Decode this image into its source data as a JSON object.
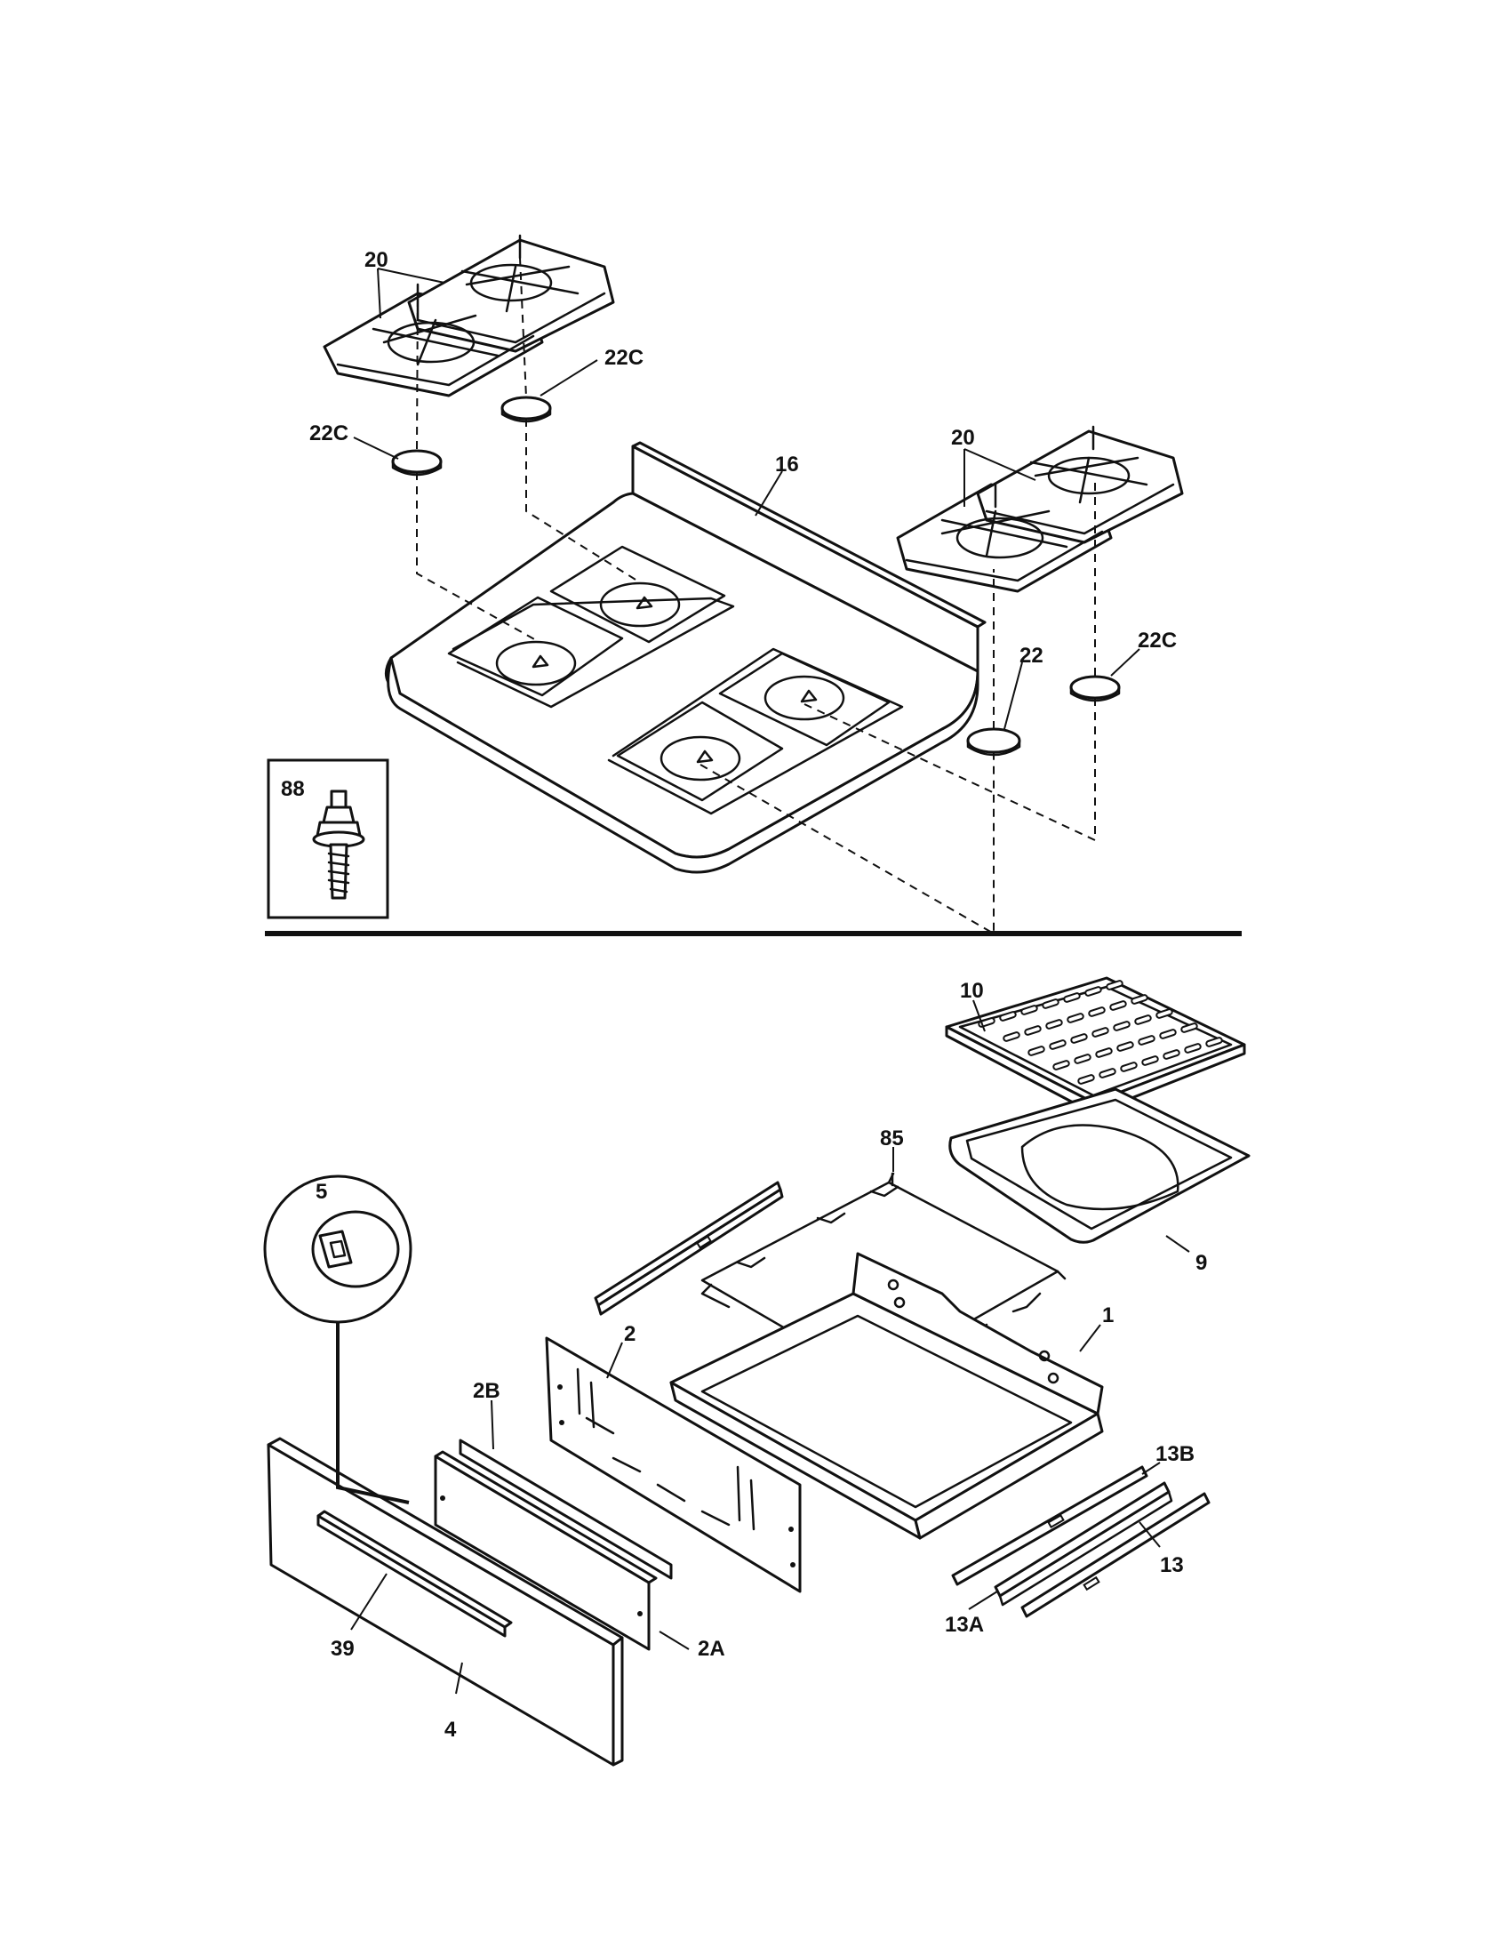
{
  "diagram": {
    "callouts": {
      "grate_left_20": "20",
      "cap_left_top_22c": "22C",
      "cap_left_22c": "22C",
      "cooktop_16": "16",
      "grate_right_20": "20",
      "cap_22": "22",
      "cap_right_22c": "22C",
      "inset_88": "88",
      "broiler_insert_10": "10",
      "rack_85": "85",
      "inset_5": "5",
      "broiler_pan_9": "9",
      "drawer_body_1": "1",
      "back_panel_2": "2",
      "panel_2b": "2B",
      "slide_13b": "13B",
      "slide_13": "13",
      "slide_13a": "13A",
      "handle_39": "39",
      "panel_2a": "2A",
      "drawer_front_4": "4"
    }
  }
}
